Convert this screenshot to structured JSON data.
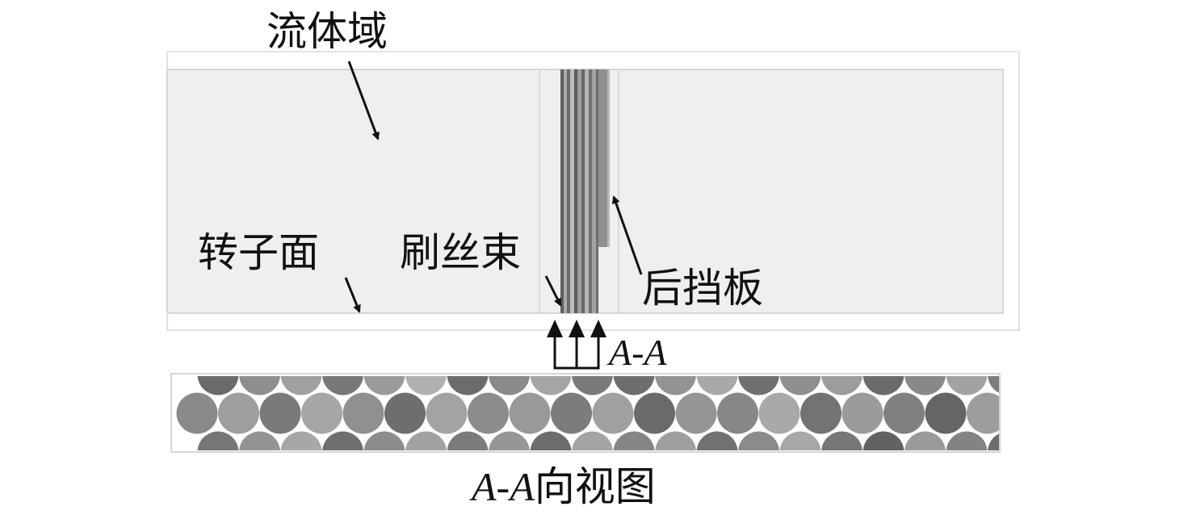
{
  "labels": {
    "fluid_domain": "流体域",
    "rotor_surface": "转子面",
    "bristle_pack": "刷丝束",
    "back_plate": "后挡板",
    "section_mark": "A-A",
    "view_prefix": "A-A",
    "view_suffix": "向视图"
  },
  "colors": {
    "domain_fill": "#efefef",
    "domain_border": "#d8d8d8",
    "bristle_dark": "#5a5a5a",
    "bristle_mid": "#8c8c8c",
    "bristle_light": "#b5b5b5",
    "plate": "#9a9a9a"
  },
  "section_view": {
    "shades": {
      "top": [
        "#6a6a6a",
        "#8e8e8e",
        "#a0a0a0",
        "#777",
        "#9a9a9a",
        "#b0b0b0",
        "#6c6c6c",
        "#8a8a8a",
        "#a5a5a5",
        "#7a7a7a",
        "#6e6e6e",
        "#939393",
        "#a8a8a8",
        "#707070",
        "#8f8f8f",
        "#9c9c9c",
        "#6b6b6b",
        "#888888",
        "#a2a2a2",
        "#7d7d7d"
      ],
      "middle": [
        "#8a8a8a",
        "#9e9e9e",
        "#7a7a7a",
        "#a6a6a6",
        "#909090",
        "#6e6e6e",
        "#a3a3a3",
        "#8c8c8c",
        "#999999",
        "#7c7c7c",
        "#a0a0a0",
        "#6a6a6a",
        "#959595",
        "#878787",
        "#a9a9a9",
        "#737373",
        "#9b9b9b",
        "#808080",
        "#656565",
        "#9d9d9d"
      ],
      "bottom": [
        "#777777",
        "#949494",
        "#a7a7a7",
        "#6f6f6f",
        "#8d8d8d",
        "#a1a1a1",
        "#7b7b7b",
        "#969696",
        "#6c6c6c",
        "#a4a4a4",
        "#858585",
        "#9f9f9f",
        "#717171",
        "#8b8b8b",
        "#a8a8a8",
        "#767676",
        "#626262",
        "#9a9a9a",
        "#838383",
        "#6d6d6d"
      ]
    }
  }
}
